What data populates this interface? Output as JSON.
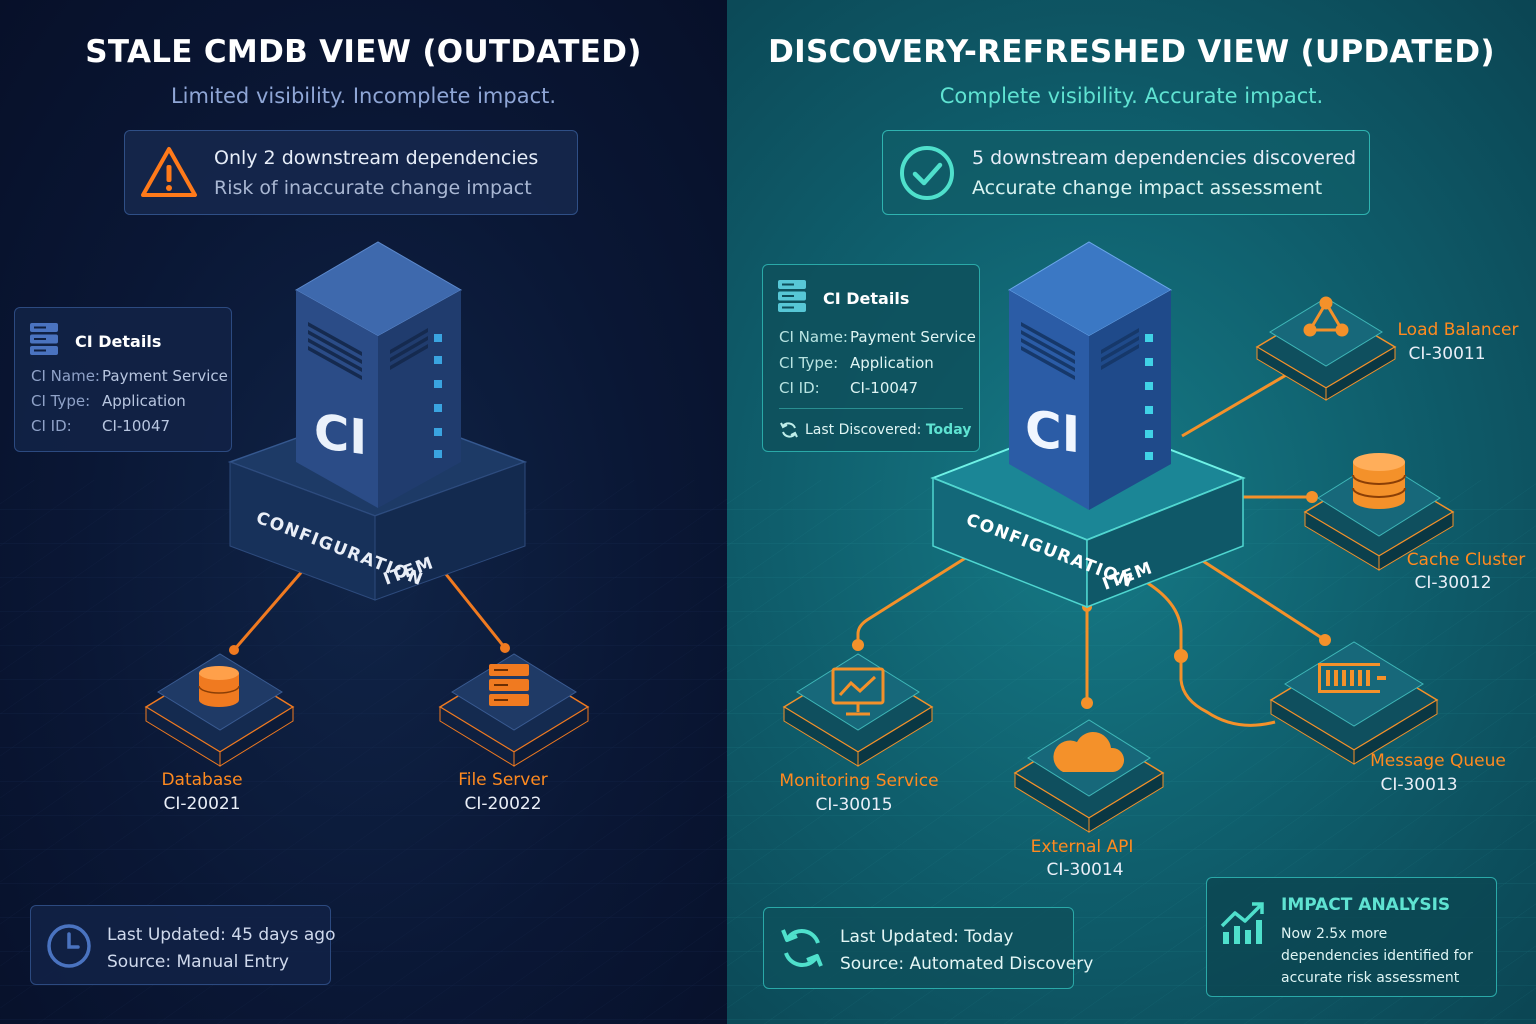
{
  "left": {
    "title": "STALE CMDB VIEW (OUTDATED)",
    "subtitle": "Limited visibility. Incomplete impact.",
    "status": {
      "icon": "warning-icon",
      "line1": "Only 2 downstream dependencies",
      "line2": "Risk of inaccurate change impact"
    },
    "ci_card": {
      "header": "CI Details",
      "rows": [
        {
          "key": "CI Name:",
          "value": "Payment Service"
        },
        {
          "key": "CI Type:",
          "value": "Application"
        },
        {
          "key": "CI ID:",
          "value": "CI-10047"
        }
      ]
    },
    "server": {
      "face_text": "CI",
      "base_text": "CONFIGURATION ITEM"
    },
    "dependencies": [
      {
        "name": "Database",
        "id": "CI-20021",
        "icon": "database-icon"
      },
      {
        "name": "File Server",
        "id": "CI-20022",
        "icon": "file-server-icon"
      }
    ],
    "footer": {
      "icon": "clock-icon",
      "line1": "Last Updated: 45 days ago",
      "line2": "Source: Manual Entry"
    },
    "colors": {
      "accent": "#ff8a1f",
      "background": "#0a1735",
      "border": "#2c4a80"
    }
  },
  "right": {
    "title": "DISCOVERY-REFRESHED VIEW (UPDATED)",
    "subtitle": "Complete visibility. Accurate impact.",
    "status": {
      "icon": "check-circle-icon",
      "line1": "5 downstream dependencies discovered",
      "line2": "Accurate change impact assessment"
    },
    "ci_card": {
      "header": "CI Details",
      "rows": [
        {
          "key": "CI Name:",
          "value": "Payment Service"
        },
        {
          "key": "CI Type:",
          "value": "Application"
        },
        {
          "key": "CI ID:",
          "value": "CI-10047"
        }
      ],
      "discovered_label": "Last Discovered:",
      "discovered_value": "Today"
    },
    "server": {
      "face_text": "CI",
      "base_text": "CONFIGURATION ITEM"
    },
    "dependencies": [
      {
        "name": "Load Balancer",
        "id": "CI-30011",
        "icon": "load-balancer-icon"
      },
      {
        "name": "Cache Cluster",
        "id": "CI-30012",
        "icon": "cache-cluster-icon"
      },
      {
        "name": "Message Queue",
        "id": "CI-30013",
        "icon": "message-queue-icon"
      },
      {
        "name": "External API",
        "id": "CI-30014",
        "icon": "cloud-icon"
      },
      {
        "name": "Monitoring Service",
        "id": "CI-30015",
        "icon": "monitor-icon"
      }
    ],
    "footer": {
      "icon": "refresh-icon",
      "line1": "Last Updated: Today",
      "line2": "Source: Automated Discovery"
    },
    "impact": {
      "icon": "trend-up-icon",
      "title": "IMPACT ANALYSIS",
      "text": "Now 2.5x more dependencies identified for accurate risk assessment"
    },
    "colors": {
      "accent": "#5fe3d2",
      "background": "#0f5e6c",
      "border": "#2aa9a8"
    }
  }
}
